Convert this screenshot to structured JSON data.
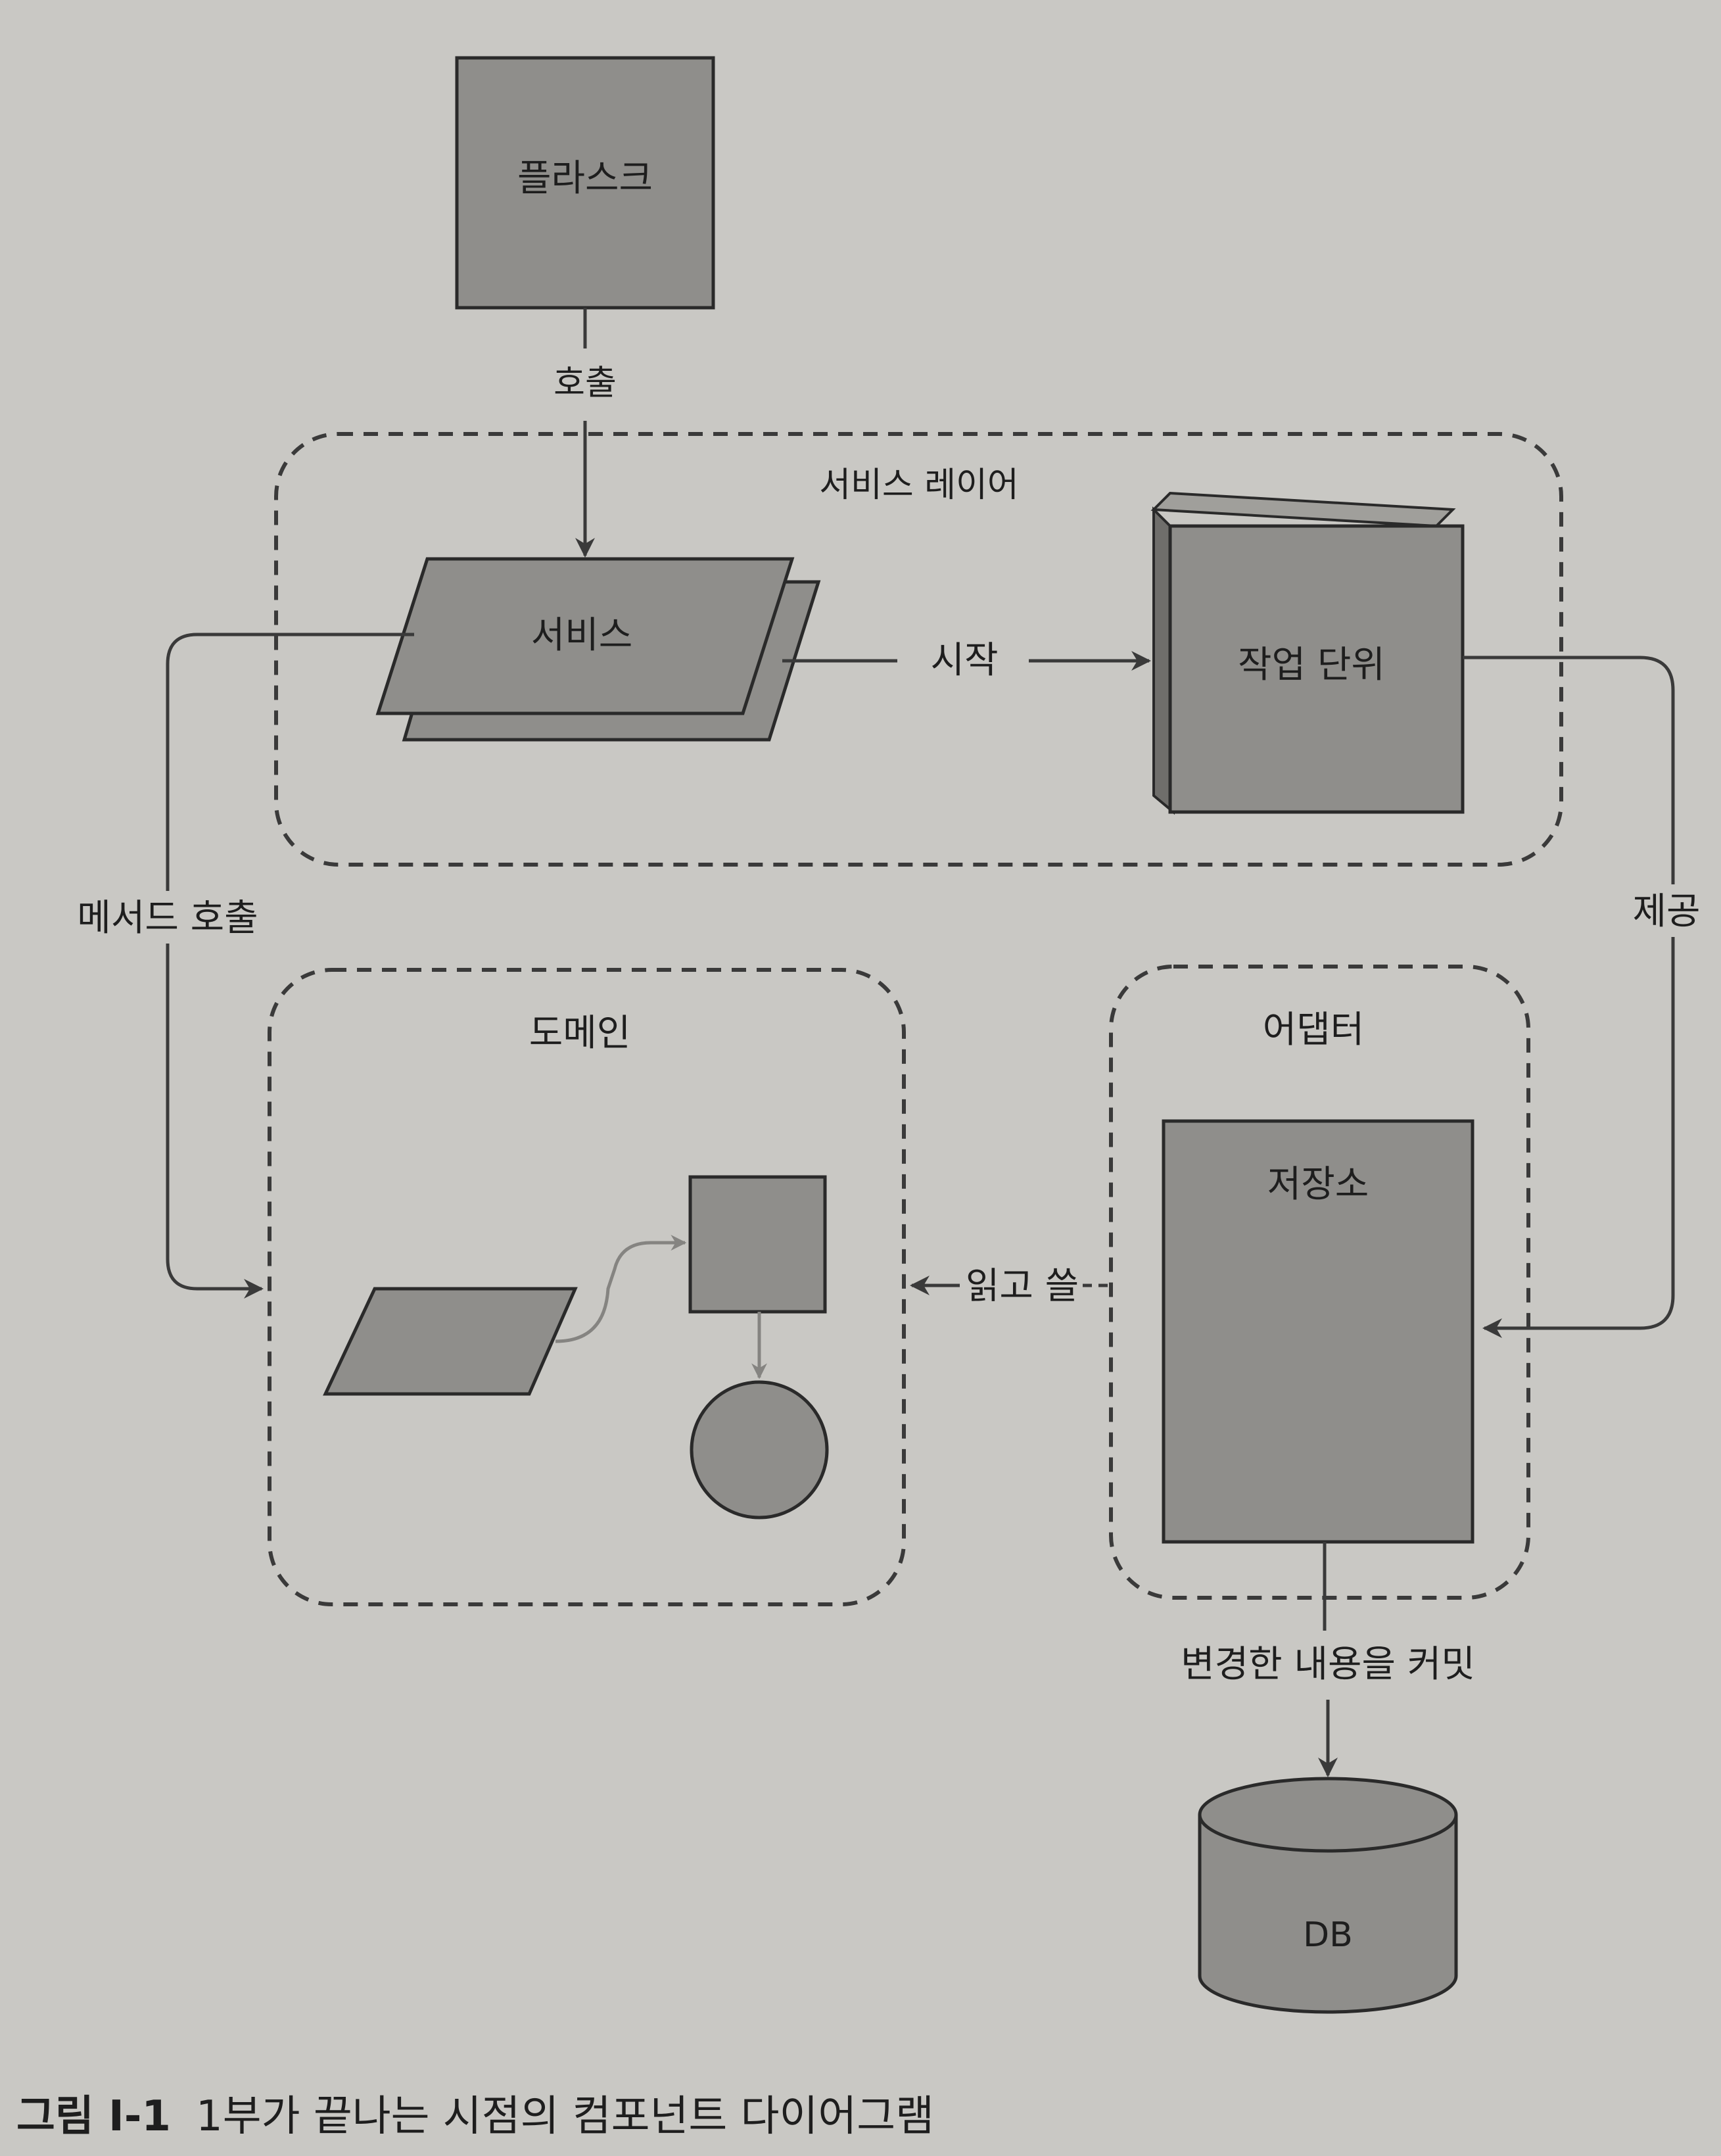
{
  "nodes": {
    "flask": "플라스크",
    "service": "서비스",
    "unit_of_work": "작업 단위",
    "repository": "저장소",
    "db": "DB"
  },
  "groups": {
    "service_layer": "서비스 레이어",
    "domain": "도메인",
    "adapter": "어댑터"
  },
  "edges": {
    "call": "호출",
    "start": "시작",
    "method_call": "메서드 호출",
    "provide": "제공",
    "read_write": "읽고 쓸",
    "commit": "변경한 내용을 커밋"
  },
  "caption": {
    "number": "그림 I-1",
    "text": "1부가 끝나는 시점의 컴포넌트 다이어그램"
  },
  "colors": {
    "background": "#c9c8c4",
    "shape_fill": "#8f8e8b",
    "shape_stroke": "#2a2a2a",
    "domain_arrow": "#7d7c79"
  }
}
